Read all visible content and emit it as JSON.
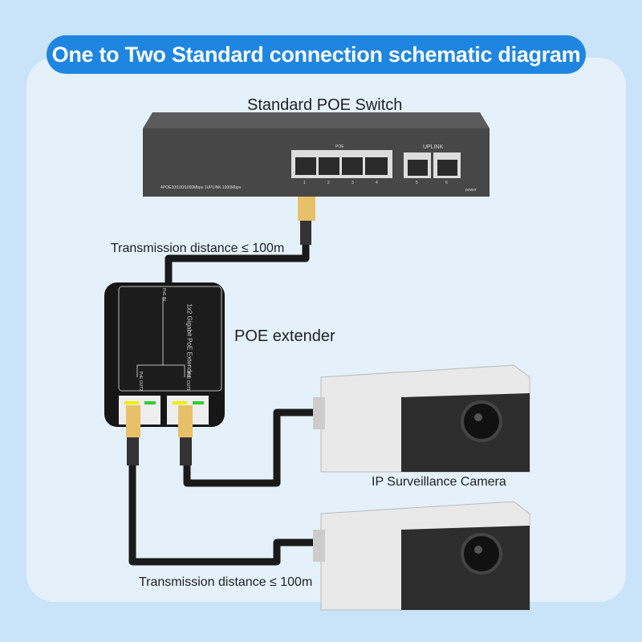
{
  "title": "One to Two Standard connection schematic diagram",
  "switch": {
    "label": "Standard POE Switch",
    "poe_label": "POE",
    "uplink_label": "UPLINK",
    "spec": "4POE10/100/1000Mbps 1UPLINK 1000Mbps",
    "ports": [
      "1",
      "2",
      "3",
      "4",
      "5",
      "6"
    ],
    "power": "power"
  },
  "distance_top": "Transmission distance ≤ 100m",
  "distance_bottom": "Transmission distance ≤ 100m",
  "extender": {
    "label": "POE extender",
    "device_text": "1x2 Gigabit PoE Extender",
    "in": "PoE IN",
    "out1": "PoE OUT1",
    "out2": "PoE OUT2"
  },
  "camera_label": "IP Surveillance Camera",
  "colors": {
    "accent": "#1e86e0",
    "panel": "#e4f1fb",
    "device": "#3d3d3d"
  }
}
